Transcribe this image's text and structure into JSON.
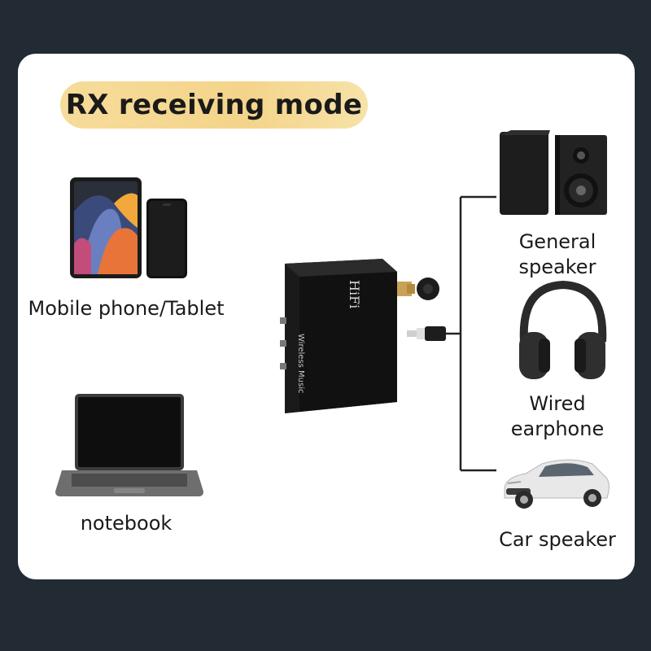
{
  "title": "RX receiving mode",
  "sources": {
    "mobile_label": "Mobile phone/Tablet",
    "notebook_label": "notebook"
  },
  "device": {
    "brand_label": "HiFi",
    "side_label": "Wireless Music"
  },
  "outputs": {
    "speaker_label_line1": "General",
    "speaker_label_line2": "speaker",
    "earphone_label_line1": "Wired",
    "earphone_label_line2": "earphone",
    "car_label": "Car speaker"
  },
  "colors": {
    "background": "#222a33",
    "card": "#ffffff",
    "title_pill": "#f4d48a",
    "device_body": "#1c1c1c"
  }
}
